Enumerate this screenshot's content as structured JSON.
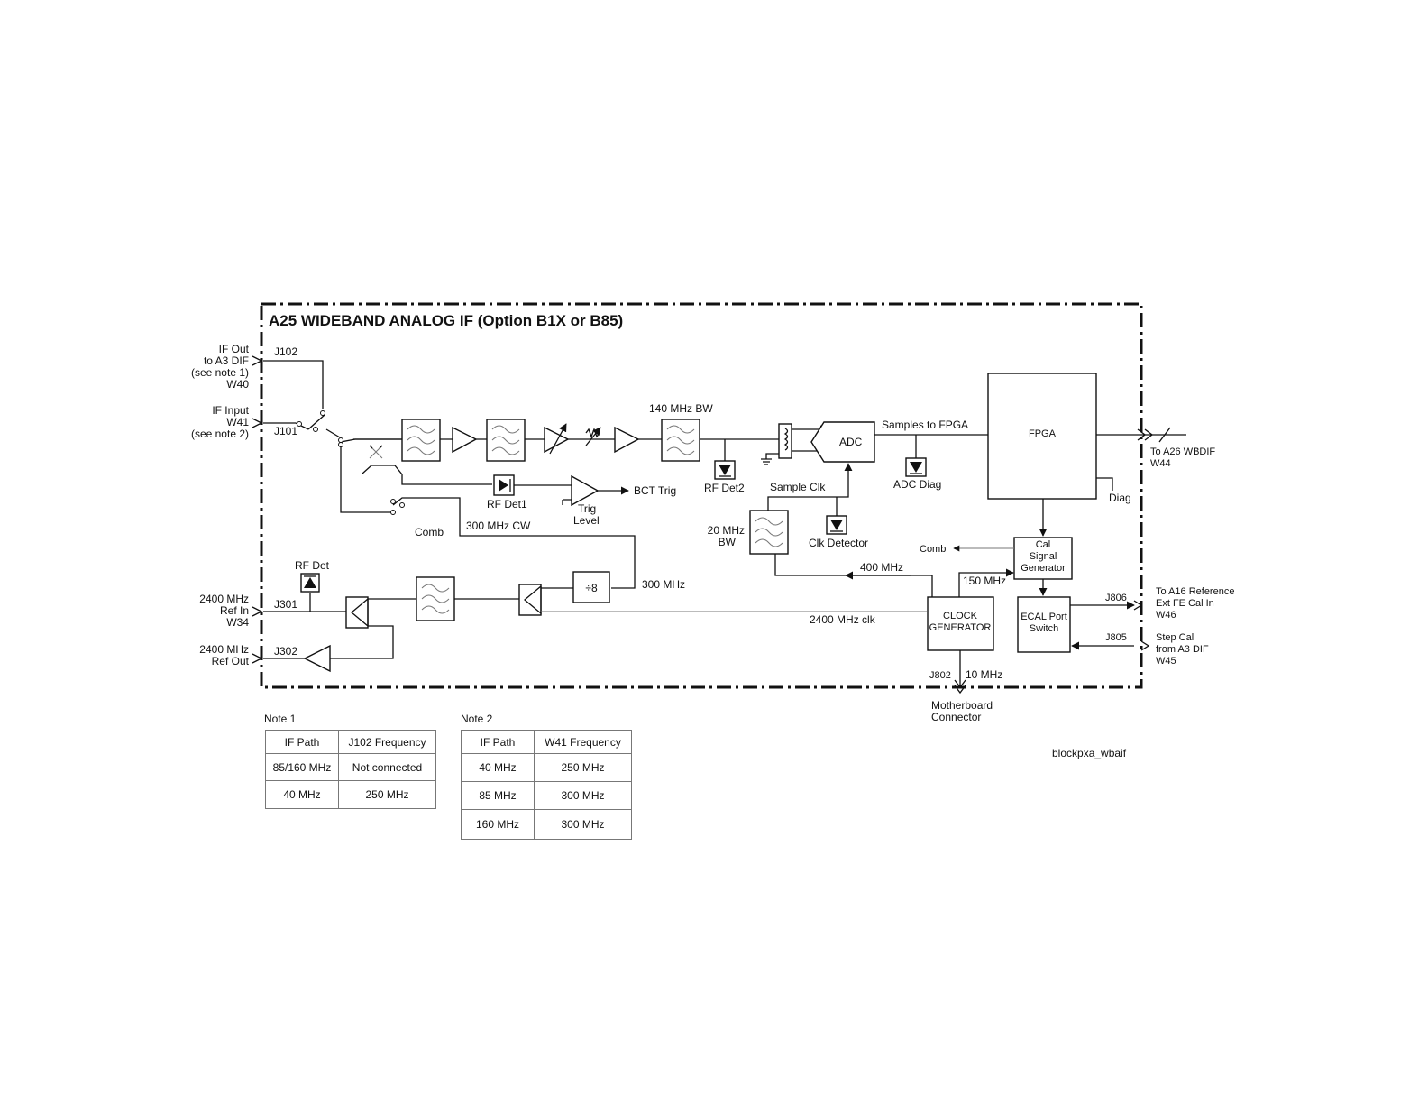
{
  "title": "A25 WIDEBAND ANALOG IF (Option B1X or B85)",
  "ports_left": {
    "if_out": [
      "IF Out",
      "to A3 DIF",
      "(see note 1)",
      "W40"
    ],
    "if_input": [
      "IF Input",
      "W41",
      "(see note 2)"
    ],
    "ref_in": [
      "2400 MHz",
      "Ref In",
      "W34"
    ],
    "ref_out": [
      "2400 MHz",
      "Ref Out"
    ]
  },
  "connectors": {
    "j102": "J102",
    "j101": "J101",
    "j301": "J301",
    "j302": "J302",
    "j806": "J806",
    "j805": "J805",
    "j802": "J802"
  },
  "labels": {
    "bw140": "140 MHz BW",
    "rf_det1": "RF Det1",
    "rf_det2": "RF Det2",
    "rf_det": "RF Det",
    "bct_trig": "BCT Trig",
    "trig_level": [
      "Trig",
      "Level"
    ],
    "comb_left": "Comb",
    "cw300": "300 MHz CW",
    "mhz300": "300 MHz",
    "div8": "÷8",
    "adc": "ADC",
    "samples_to_fpga": "Samples to FPGA",
    "adc_diag": "ADC Diag",
    "sample_clk": "Sample Clk",
    "bw20": [
      "20 MHz",
      "BW"
    ],
    "clk_detector": "Clk Detector",
    "fpga": "FPGA",
    "diag": "Diag",
    "comb_right": "Comb",
    "cal_signal_generator": [
      "Cal",
      "Signal",
      "Generator"
    ],
    "mhz400": "400 MHz",
    "mhz150": "150 MHz",
    "clock_generator": [
      "CLOCK",
      "GENERATOR"
    ],
    "clk2400": "2400 MHz clk",
    "ecal_port_switch": [
      "ECAL Port",
      "Switch"
    ],
    "mhz10": "10 MHz",
    "motherboard_connector": [
      "Motherboard",
      "Connector"
    ],
    "file_name": "blockpxa_wbaif"
  },
  "ports_right": {
    "to_a26": [
      "To A26 WBDIF",
      "W44"
    ],
    "to_a16": [
      "To A16 Reference",
      "Ext FE Cal In",
      "W46"
    ],
    "step_cal": [
      "Step Cal",
      "from A3 DIF",
      "W45"
    ]
  },
  "note1": {
    "title": "Note 1",
    "headers": [
      "IF Path",
      "J102 Frequency"
    ],
    "rows": [
      [
        "85/160 MHz",
        "Not connected"
      ],
      [
        "40 MHz",
        "250 MHz"
      ]
    ]
  },
  "note2": {
    "title": "Note 2",
    "headers": [
      "IF Path",
      "W41 Frequency"
    ],
    "rows": [
      [
        "40 MHz",
        "250 MHz"
      ],
      [
        "85 MHz",
        "300 MHz"
      ],
      [
        "160 MHz",
        "300 MHz"
      ]
    ]
  }
}
